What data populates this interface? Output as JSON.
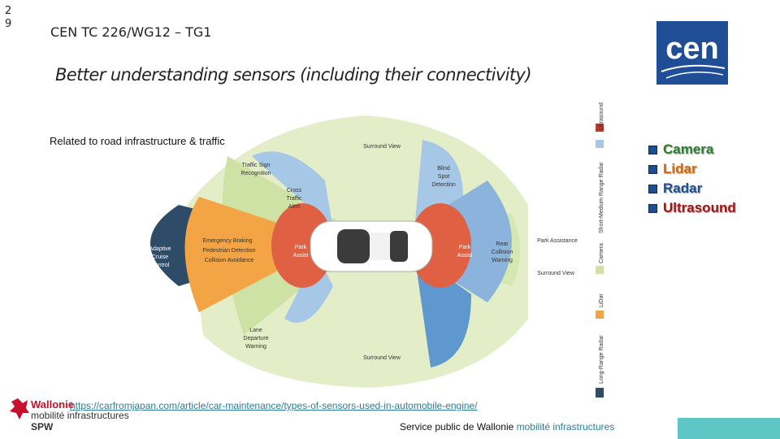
{
  "slide": {
    "number_line1": "2",
    "number_line2": "9"
  },
  "header": {
    "title": "CEN TC 226/WG12 – TG1"
  },
  "subtitle": "Better understanding sensors (including their connectivity)",
  "related": "Related to road infrastructure & traffic",
  "legend": {
    "items": [
      {
        "label": "Camera",
        "color": "#2e7d32"
      },
      {
        "label": "Lidar",
        "color": "#d4690a"
      },
      {
        "label": "Radar",
        "color": "#1f4e8c"
      },
      {
        "label": "Ultrasound",
        "color": "#a31515"
      }
    ]
  },
  "diagram": {
    "labels": {
      "surround_view_top": "Surround View",
      "traffic_sign_1": "Traffic Sign",
      "traffic_sign_2": "Recognition",
      "cross_1": "Cross",
      "cross_2": "Traffic",
      "cross_3": "Alert",
      "blind_1": "Blind",
      "blind_2": "Spot",
      "blind_3": "Detection",
      "adaptive_1": "Adaptive",
      "adaptive_2": "Cruise",
      "adaptive_3": "Control",
      "emergency": "Emergency Braking",
      "pedestrian": "Pedestrian Detection",
      "collision": "Collision Avoidance",
      "park_l_1": "Park",
      "park_l_2": "Assist",
      "park_r_1": "Park",
      "park_r_2": "Assist",
      "rear_1": "Rear",
      "rear_2": "Collision",
      "rear_3": "Warning",
      "park_assistance": "Park Assistance",
      "surround_view_right": "Surround View",
      "lane_1": "Lane",
      "lane_2": "Departure",
      "lane_3": "Warning",
      "surround_view_bottom": "Surround View"
    },
    "sidebar": {
      "ultrasound": "Ultrasound",
      "short_radar": "Short-Medium Range Radar",
      "camera": "Camera",
      "lidar": "LiDar",
      "long_radar": "Long-Range Radar"
    }
  },
  "cen_logo_text": "cen",
  "wallonie": {
    "line1": "Wallonie",
    "line2": "mobilité infrastructures",
    "line3": "SPW"
  },
  "footer": {
    "link": "https://carfromjapan.com/article/car-maintenance/types-of-sensors-used-in-automobile-engine/",
    "service": "Service public de Wallonie",
    "service_blue": "mobilité infrastructures"
  }
}
